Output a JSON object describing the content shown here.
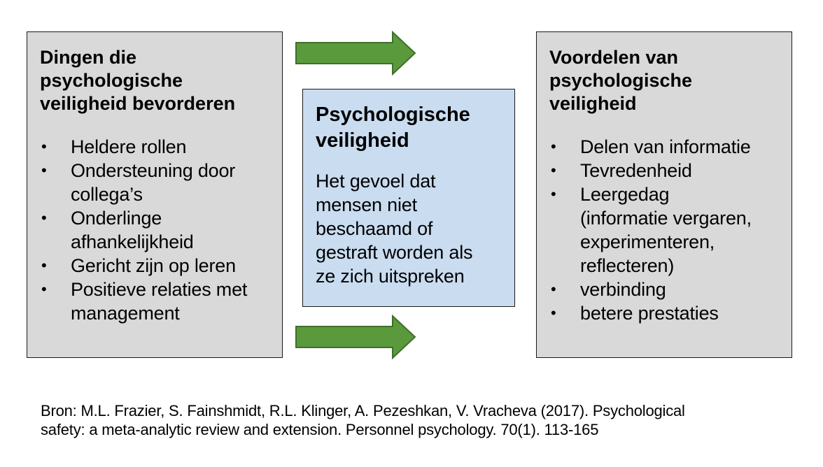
{
  "left_box": {
    "title": "Dingen die\npsychologische\nveiligheid bevorderen",
    "items": [
      "Heldere rollen",
      "Ondersteuning door\ncollega’s",
      "Onderlinge\nafhankelijkheid",
      "Gericht zijn op leren",
      "Positieve relaties met\nmanagement"
    ]
  },
  "center_box": {
    "title": "Psychologische\nveiligheid",
    "description": "Het gevoel dat\nmensen niet\nbeschaamd of\ngestraft worden als\nze zich uitspreken"
  },
  "right_box": {
    "title": "Voordelen van\npsychologische\nveiligheid",
    "items": [
      "Delen van informatie",
      "Tevredenheid",
      "Leergedag\n(informatie vergaren,\nexperimenteren,\nreflecteren)",
      "verbinding",
      "betere prestaties"
    ]
  },
  "bullet_symbol": "•",
  "arrows": {
    "count": 2,
    "direction": "right",
    "fill_color": "#5a9a3c",
    "stroke_color": "#3f6f2a"
  },
  "colors": {
    "side_box_fill": "#d9d9d9",
    "center_box_fill": "#c9dcf0",
    "border": "#1a1a1a"
  },
  "source": "Bron: M.L. Frazier, S. Fainshmidt, R.L. Klinger, A. Pezeshkan, V. Vracheva (2017). Psychological\nsafety: a meta-analytic review and extension. Personnel psychology. 70(1). 113-165"
}
